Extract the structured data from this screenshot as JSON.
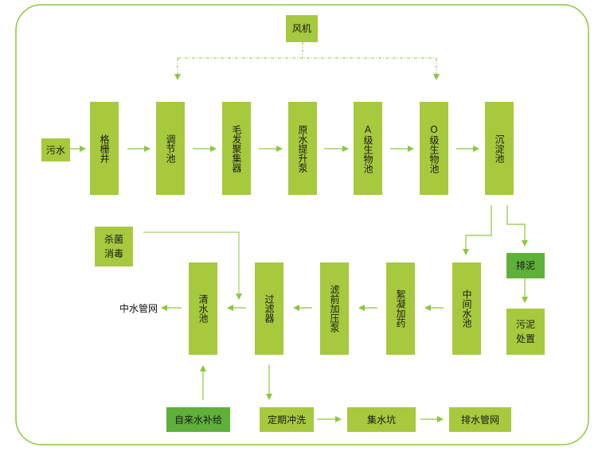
{
  "diagram": {
    "colors": {
      "frame": "#8cc63f",
      "box_light": "#a6c93e",
      "box_dark": "#5eb03a",
      "arrow": "#8cc63f"
    },
    "fan": "风机",
    "sewage_in": "污水",
    "row1": [
      "格栅井",
      "调节池",
      "毛发聚集器",
      "原水提升泵",
      "A级生物池",
      "O级生物池",
      "沉淀池"
    ],
    "row2": [
      "中间水池",
      "絮凝加药",
      "滤前加压泵",
      "过滤器",
      "清水池"
    ],
    "disinfect": [
      "杀菌",
      "消毒"
    ],
    "sludge_discharge": "排泥",
    "sludge_treatment": [
      "污泥",
      "处置"
    ],
    "reclaimed_network": "中水管网",
    "tap_water": "自来水补给",
    "backwash": "定期冲洗",
    "sump": "集水坑",
    "drain_network": "排水管网"
  }
}
